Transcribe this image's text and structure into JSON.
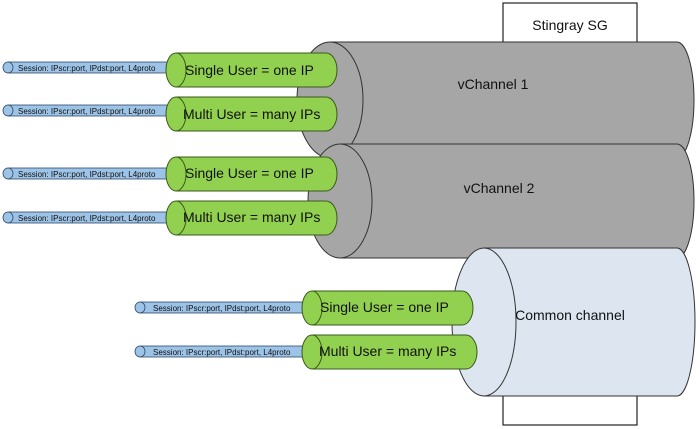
{
  "diagram": {
    "device_label": "Stingray SG",
    "channels": [
      {
        "label": "vChannel 1"
      },
      {
        "label": "vChannel 2"
      },
      {
        "label": "Common channel"
      }
    ],
    "tube_labels": {
      "single": "Single User = one IP",
      "multi": "Multi User = many IPs"
    },
    "session_label": "Session: IPscr:port, IPdst:port, L4proto",
    "colors": {
      "channel_gray": "#a6a6a6",
      "channel_blue": "#dde6f0",
      "user_tube_green": "#92d050",
      "session_blue": "#9dc3e6"
    }
  }
}
